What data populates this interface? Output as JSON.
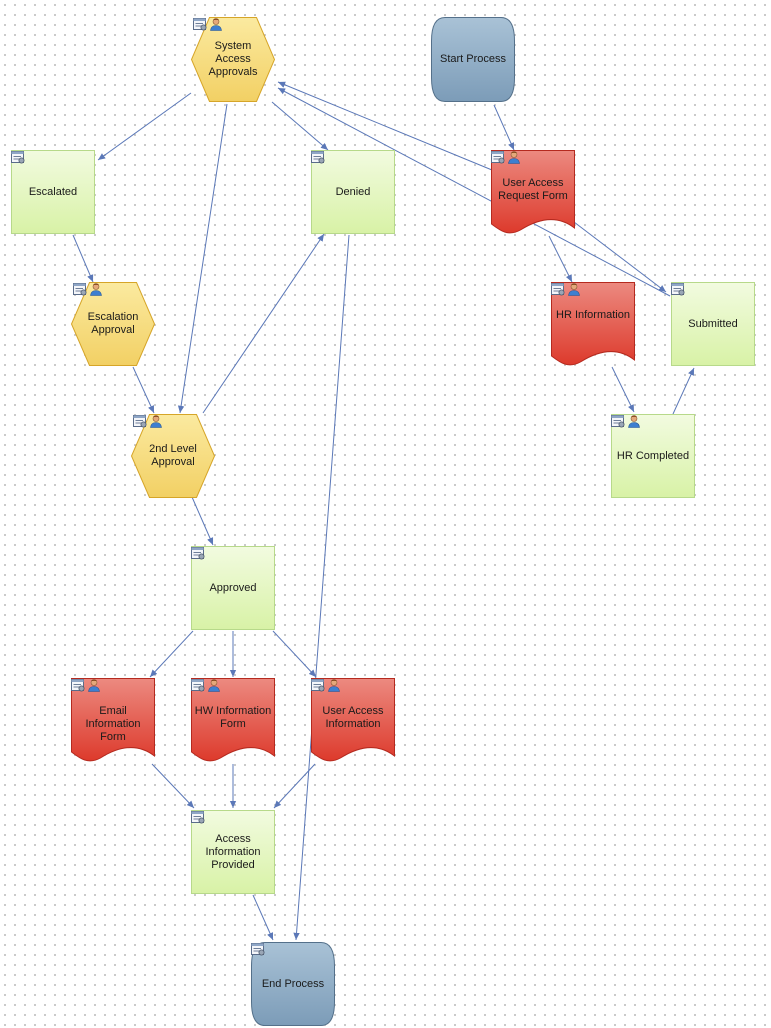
{
  "colors": {
    "hexagon_fill": "#f2d064",
    "document_fill": "#dd3a2c",
    "rect_fill": "#e7f7c4",
    "terminator_fill": "#7c9cb8",
    "edge": "#5b78b8"
  },
  "nodes": {
    "system_access_approvals": {
      "label": "System Access Approvals",
      "icons": [
        "form-icon",
        "user-icon"
      ]
    },
    "start_process": {
      "label": "Start Process",
      "icons": []
    },
    "escalated": {
      "label": "Escalated",
      "icons": [
        "form-icon"
      ]
    },
    "denied": {
      "label": "Denied",
      "icons": [
        "form-icon"
      ]
    },
    "user_access_request_form": {
      "label": "User Access Request Form",
      "icons": [
        "form-icon",
        "user-icon"
      ]
    },
    "escalation_approval": {
      "label": "Escalation Approval",
      "icons": [
        "form-icon",
        "user-icon"
      ]
    },
    "hr_information": {
      "label": "HR Information",
      "icons": [
        "form-icon",
        "user-icon"
      ]
    },
    "submitted": {
      "label": "Submitted",
      "icons": [
        "form-icon"
      ]
    },
    "second_level_approval": {
      "label": "2nd Level Approval",
      "icons": [
        "form-icon",
        "user-icon"
      ]
    },
    "hr_completed": {
      "label": "HR Completed",
      "icons": [
        "form-icon",
        "user-icon"
      ]
    },
    "approved": {
      "label": "Approved",
      "icons": [
        "form-icon"
      ]
    },
    "email_information_form": {
      "label": "Email Information Form",
      "icons": [
        "form-icon",
        "user-icon"
      ]
    },
    "hw_information_form": {
      "label": "HW Information Form",
      "icons": [
        "form-icon",
        "user-icon"
      ]
    },
    "user_access_information": {
      "label": "User Access Information",
      "icons": [
        "form-icon",
        "user-icon"
      ]
    },
    "access_information_provided": {
      "label": "Access Information Provided",
      "icons": [
        "form-icon"
      ]
    },
    "end_process": {
      "label": "End Process",
      "icons": [
        "form-icon"
      ]
    }
  },
  "edges": [
    {
      "from": "start_process",
      "to": "user_access_request_form"
    },
    {
      "from": "user_access_request_form",
      "to": "system_access_approvals"
    },
    {
      "from": "user_access_request_form",
      "to": "hr_information"
    },
    {
      "from": "user_access_request_form",
      "to": "submitted"
    },
    {
      "from": "submitted",
      "to": "system_access_approvals"
    },
    {
      "from": "hr_information",
      "to": "hr_completed"
    },
    {
      "from": "hr_completed",
      "to": "submitted"
    },
    {
      "from": "system_access_approvals",
      "to": "escalated"
    },
    {
      "from": "system_access_approvals",
      "to": "denied"
    },
    {
      "from": "system_access_approvals",
      "to": "second_level_approval"
    },
    {
      "from": "escalated",
      "to": "escalation_approval"
    },
    {
      "from": "escalation_approval",
      "to": "second_level_approval"
    },
    {
      "from": "second_level_approval",
      "to": "denied"
    },
    {
      "from": "second_level_approval",
      "to": "approved"
    },
    {
      "from": "denied",
      "to": "end_process"
    },
    {
      "from": "approved",
      "to": "email_information_form"
    },
    {
      "from": "approved",
      "to": "hw_information_form"
    },
    {
      "from": "approved",
      "to": "user_access_information"
    },
    {
      "from": "email_information_form",
      "to": "access_information_provided"
    },
    {
      "from": "hw_information_form",
      "to": "access_information_provided"
    },
    {
      "from": "user_access_information",
      "to": "access_information_provided"
    },
    {
      "from": "access_information_provided",
      "to": "end_process"
    }
  ]
}
